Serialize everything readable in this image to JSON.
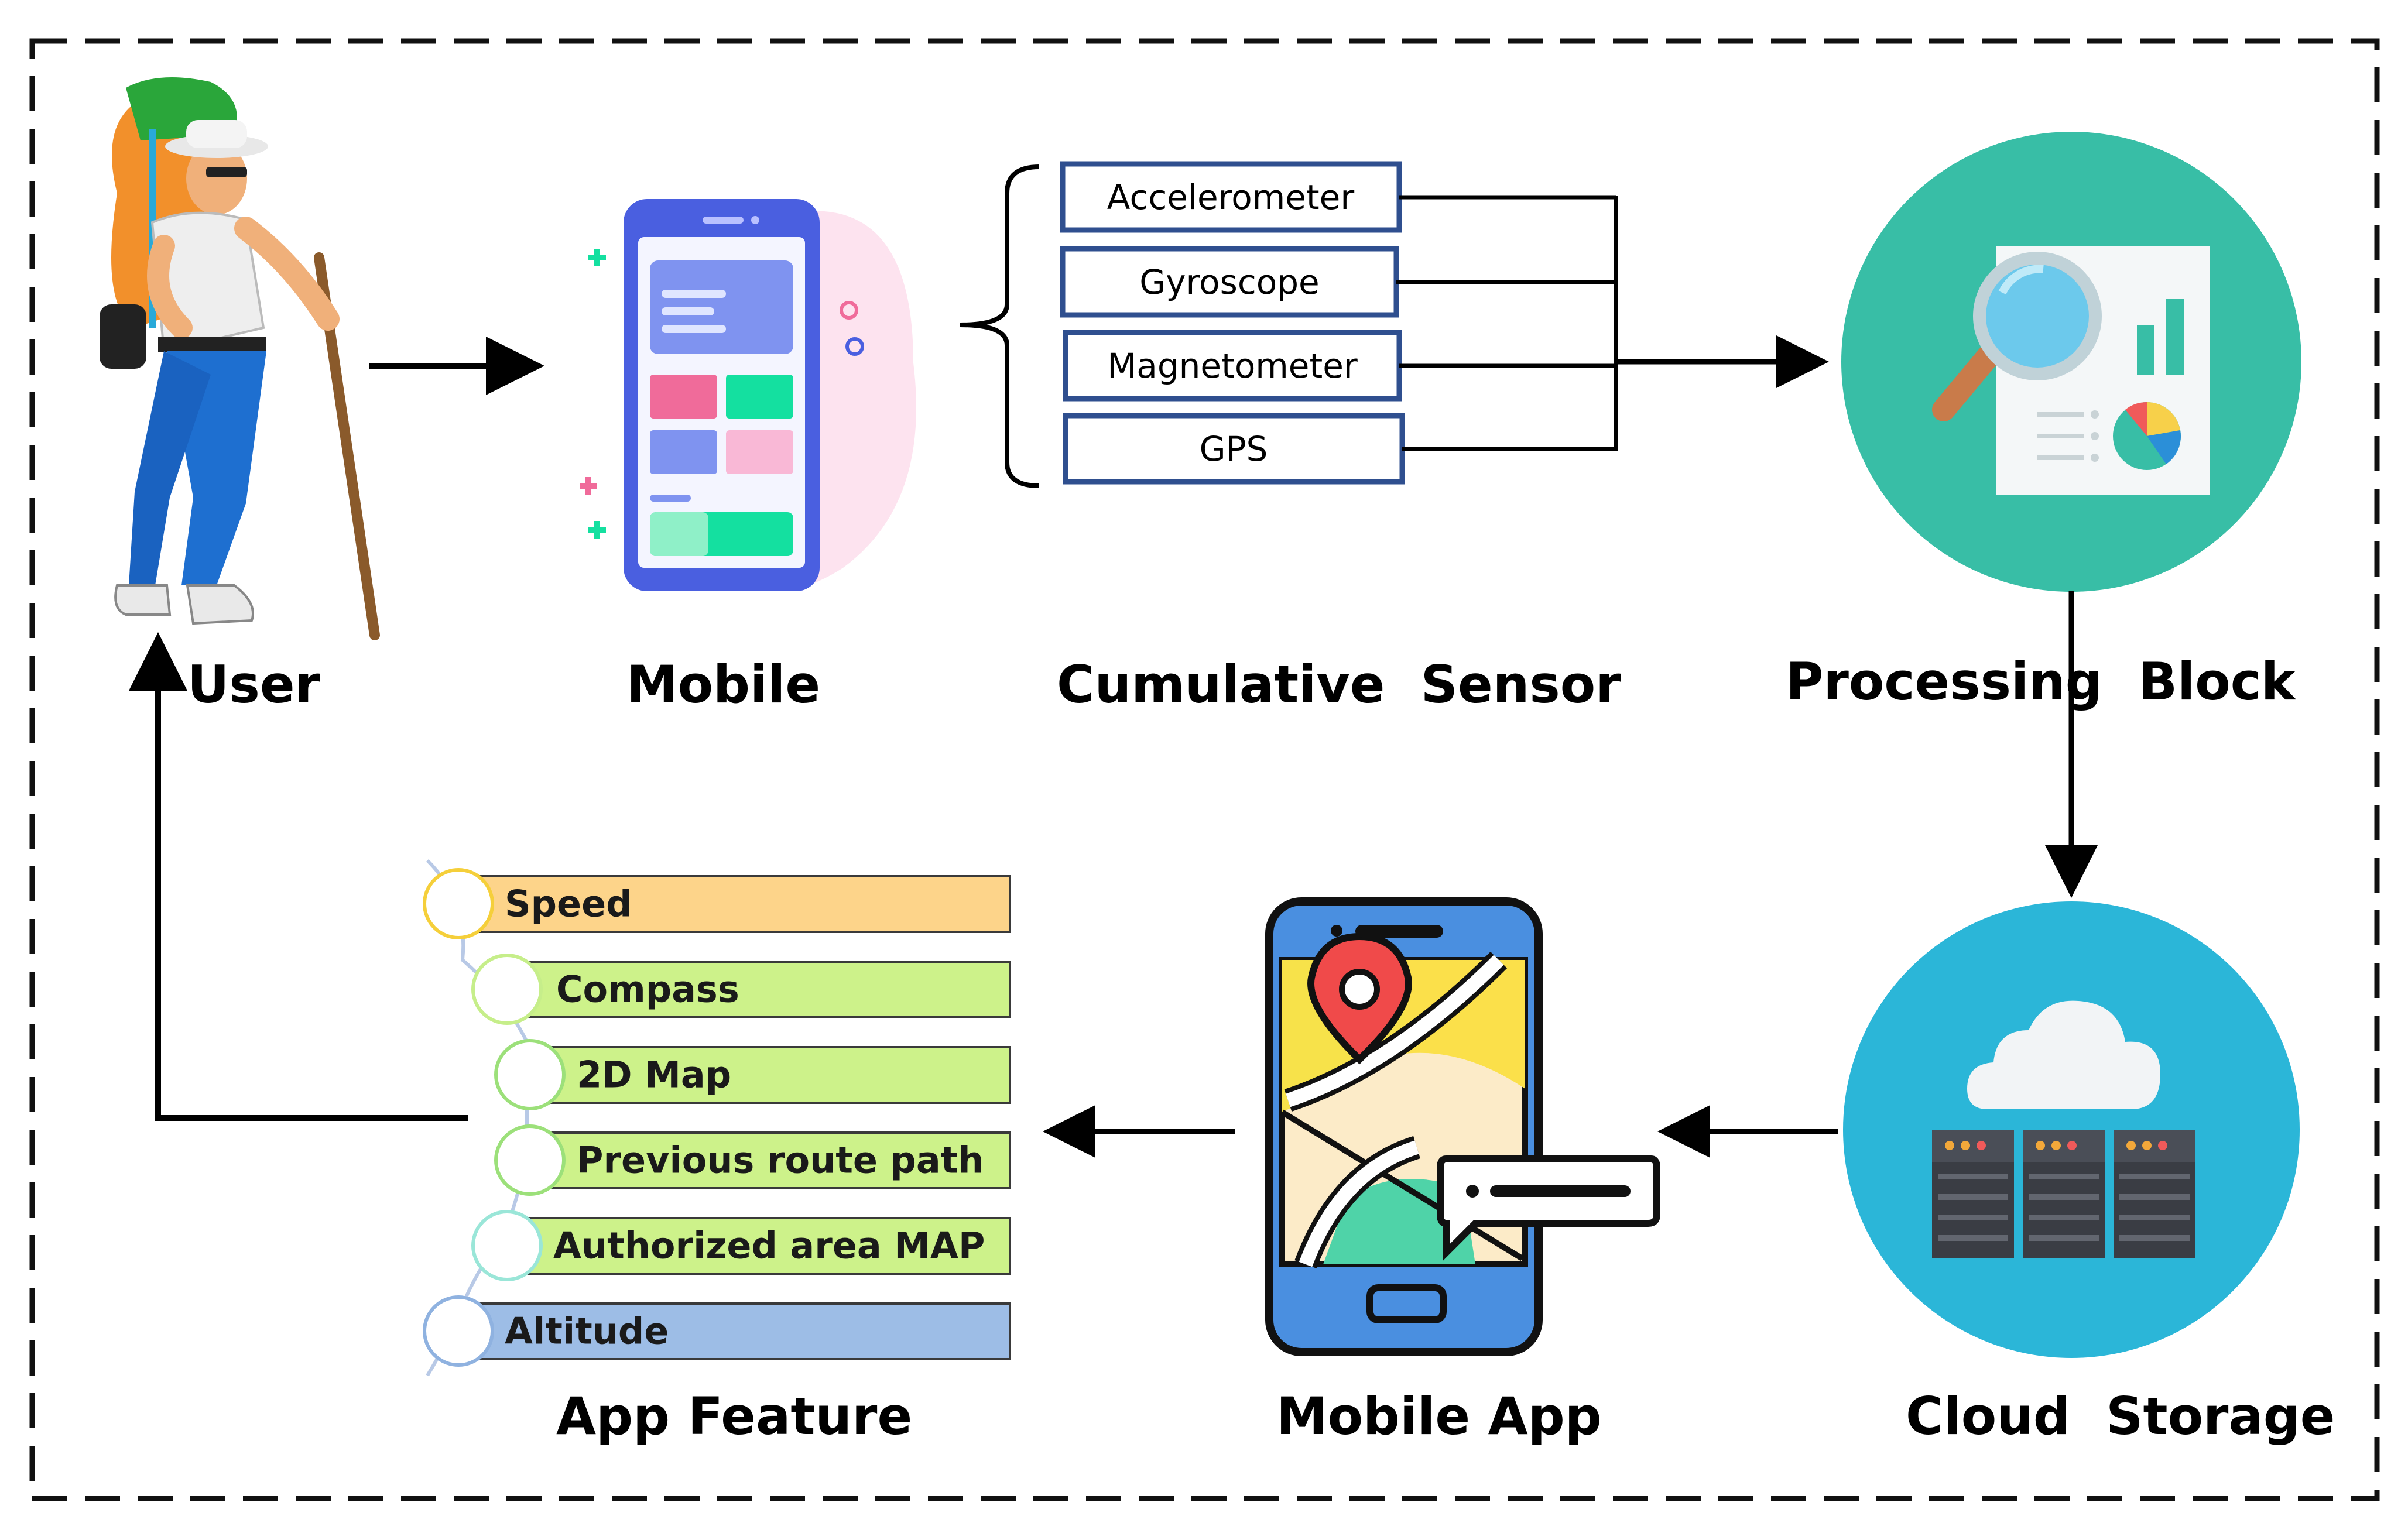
{
  "stages": {
    "user": "User",
    "mobile": "Mobile",
    "sensor": "Cumulative  Sensor",
    "processing": "Processing  Block",
    "cloud": "Cloud  Storage",
    "mobile_app": "Mobile App",
    "app_feature": "App Feature"
  },
  "sensors": [
    "Accelerometer",
    "Gyroscope",
    "Magnetometer",
    "GPS"
  ],
  "features": [
    {
      "label": "Speed",
      "color": "#fdd48a"
    },
    {
      "label": "Compass",
      "color": "#cdf28a"
    },
    {
      "label": "2D Map",
      "color": "#cdf28a"
    },
    {
      "label": "Previous route path",
      "color": "#cdf28a"
    },
    {
      "label": "Authorized area MAP",
      "color": "#cdf28a"
    },
    {
      "label": "Altitude",
      "color": "#9dbde6"
    }
  ],
  "icons": {
    "user": "hiker-icon",
    "mobile": "smartphone-icon",
    "processing": "analytics-magnifier-icon",
    "cloud": "cloud-server-icon",
    "mobile_app": "map-phone-icon"
  },
  "colors": {
    "processing_circle": "#38bea6",
    "cloud_circle": "#2bb6d8",
    "sensor_border": "#2f4f8f",
    "arrow": "#000000"
  }
}
